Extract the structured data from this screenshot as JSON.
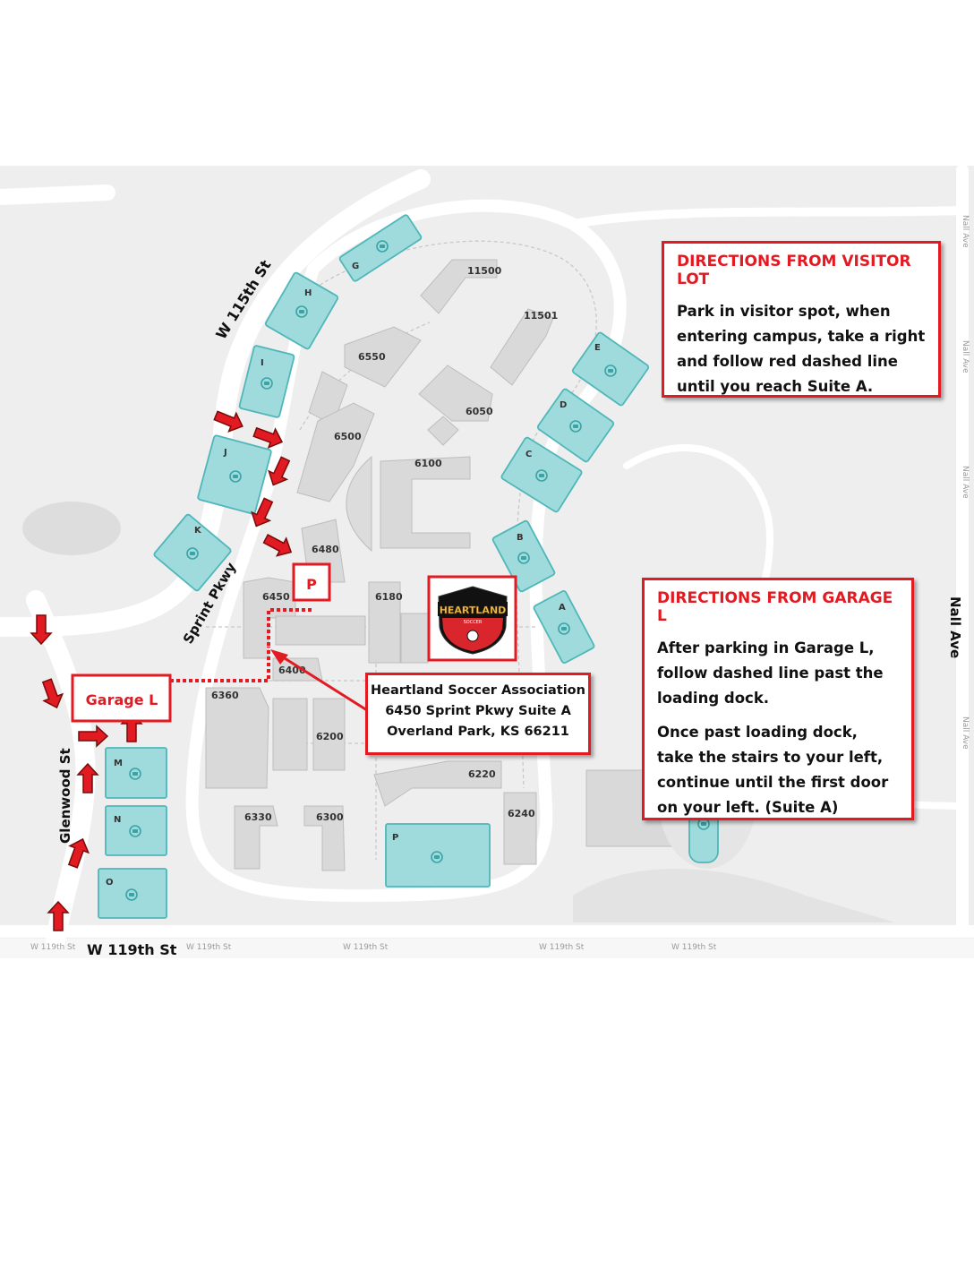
{
  "colors": {
    "accent_red": "#e21a22",
    "lot_fill": "#9fdbdc",
    "lot_stroke": "#4fb7b9",
    "building": "#d9d9d9",
    "road": "#ffffff",
    "ground": "#eeeeee"
  },
  "roads": {
    "w115": "W 115th St",
    "sprint": "Sprint Pkwy",
    "glenwood": "Glenwood St",
    "w119": "W 119th St",
    "w119_small": "W 119th St",
    "nall": "Nall Ave",
    "nall_small": "Nall Ave"
  },
  "lots": {
    "G": "G",
    "H": "H",
    "I": "I",
    "J": "J",
    "K": "K",
    "E": "E",
    "D": "D",
    "C": "C",
    "B": "B",
    "A": "A",
    "M": "M",
    "N": "N",
    "O": "O",
    "P": "P"
  },
  "buildings": {
    "b11500": "11500",
    "b11501": "11501",
    "b6550": "6550",
    "b6050": "6050",
    "b6500": "6500",
    "b6100": "6100",
    "b6480": "6480",
    "b6450": "6450",
    "b6180": "6180",
    "b6400": "6400",
    "b6360": "6360",
    "b6200": "6200",
    "b6220": "6220",
    "b6240": "6240",
    "b6330": "6330",
    "b6300": "6300"
  },
  "markers": {
    "visitor_p": "P",
    "garage_l": "Garage L"
  },
  "logo": {
    "text": "HEARTLAND",
    "sub": "SOCCER"
  },
  "address": {
    "line1": "Heartland Soccer Association",
    "line2": "6450 Sprint Pkwy Suite A",
    "line3": "Overland Park, KS 66211"
  },
  "visitor_box": {
    "title": "DIRECTIONS FROM VISITOR LOT",
    "text": "Park in visitor spot, when entering campus, take a right and follow red dashed line until you reach Suite A."
  },
  "garage_box": {
    "title": "DIRECTIONS FROM GARAGE L",
    "text1": "After parking in Garage L, follow dashed line past the loading dock.",
    "text2": "Once past loading dock, take the stairs to your left, continue until the first door on your left. (Suite A)"
  }
}
